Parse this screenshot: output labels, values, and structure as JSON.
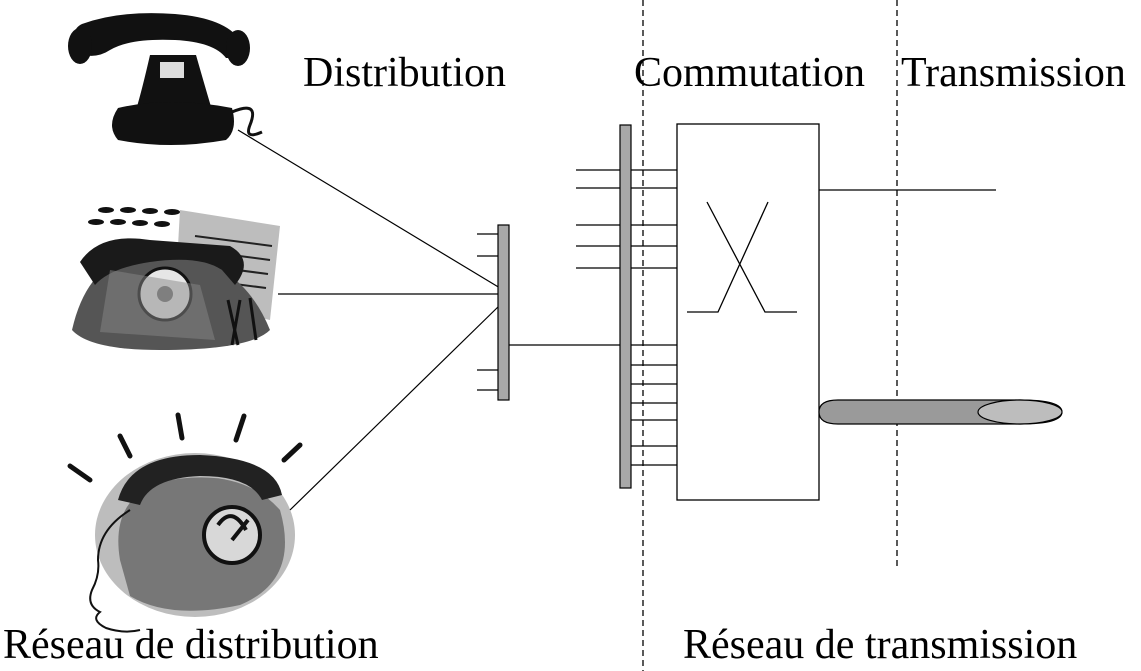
{
  "sections": {
    "distribution": "Distribution",
    "commutation": "Commutation",
    "transmission": "Transmission"
  },
  "networks": {
    "distribution_network": "Réseau de distribution",
    "transmission_network": "Réseau de transmission"
  },
  "icons": [
    "antique-telephone-icon",
    "ringing-telephone-icon",
    "rotary-telephone-icon",
    "switch-cross-icon",
    "cable-icon"
  ],
  "colors": {
    "line": "#000000",
    "bar_fill": "#a8a8a8",
    "cable_fill": "#9a9a9a"
  }
}
